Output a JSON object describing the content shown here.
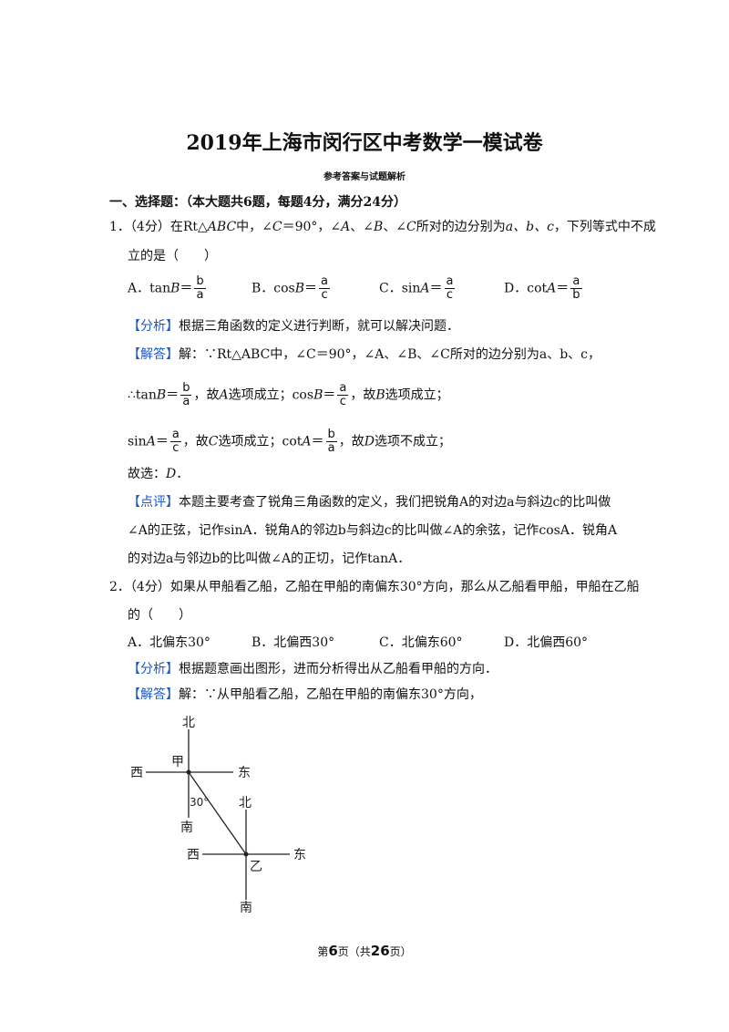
{
  "title": "2019年上海市闵行区中考数学一模试卷",
  "subtitle": "参考答案与试题解析",
  "section": {
    "heading": "一、选择题：（本大题共6题，每题4分，满分24分）"
  },
  "q1": {
    "num": "1．",
    "score": "（4分）",
    "stem_a": "在Rt△",
    "stem_abc": "ABC",
    "stem_b": "中，∠",
    "stem_c": "C",
    "stem_d": "＝90°，∠",
    "stem_A": "A",
    "stem_e": "、∠",
    "stem_B": "B",
    "stem_f": "、∠",
    "stem_C2": "C",
    "stem_g": "所对的边分别为",
    "stem_abc_letters": "a、b、c",
    "stem_h": "，下列等式中不成",
    "stem_line2": "立的是（　　）",
    "options": [
      {
        "label": "A．tan",
        "var": "B",
        "eq": "＝",
        "num": "b",
        "den": "a"
      },
      {
        "label": "B．cos",
        "var": "B",
        "eq": "＝",
        "num": "a",
        "den": "c"
      },
      {
        "label": "C．sin",
        "var": "A",
        "eq": "＝",
        "num": "a",
        "den": "c"
      },
      {
        "label": "D．cot",
        "var": "A",
        "eq": "＝",
        "num": "a",
        "den": "b"
      }
    ],
    "analysis_tag": "【分析】",
    "analysis": "根据三角函数的定义进行判断，就可以解决问题．",
    "answer_tag": "【解答】",
    "answer_line1": "解：∵Rt△ABC中，∠C＝90°，∠A、∠B、∠C所对的边分别为a、b、c，",
    "ans2": {
      "pre": "∴tan",
      "var1": "B",
      "eq1": "＝",
      "n1": "b",
      "d1": "a",
      "mid1": "，故",
      "varA": "A",
      "mid2": "选项成立；cos",
      "var2": "B",
      "eq2": "＝",
      "n2": "a",
      "d2": "c",
      "mid3": "，故",
      "varB": "B",
      "end": "选项成立；"
    },
    "ans3": {
      "pre": "sin",
      "var1": "A",
      "eq1": "＝",
      "n1": "a",
      "d1": "c",
      "mid1": "，故",
      "varC": "C",
      "mid2": "选项成立；cot",
      "var2": "A",
      "eq2": "＝",
      "n2": "b",
      "d2": "a",
      "mid3": "，故",
      "varD": "D",
      "end": "选项不成立；"
    },
    "choice_pre": "故选：",
    "choice": "D",
    "choice_end": "．",
    "comment_tag": "【点评】",
    "comment_l1": "本题主要考查了锐角三角函数的定义，我们把锐角A的对边a与斜边c的比叫做",
    "comment_l2": "∠A的正弦，记作sinA．锐角A的邻边b与斜边c的比叫做∠A的余弦，记作cosA．锐角A",
    "comment_l3": "的对边a与邻边b的比叫做∠A的正切，记作tanA．"
  },
  "q2": {
    "num": "2．",
    "score": "（4分）",
    "stem_l1": "如果从甲船看乙船，乙船在甲船的南偏东30°方向，那么从乙船看甲船，甲船在乙船",
    "stem_l2": "的（　　）",
    "options": [
      "A．北偏东30°",
      "B．北偏西30°",
      "C．北偏东60°",
      "D．北偏西60°"
    ],
    "analysis_tag": "【分析】",
    "analysis": "根据题意画出图形，进而分析得出从乙船看甲船的方向．",
    "answer_tag": "【解答】",
    "answer": "解：∵从甲船看乙船，乙船在甲船的南偏东30°方向，"
  },
  "figure": {
    "north1": "北",
    "west1": "西",
    "east1": "东",
    "south1": "南",
    "ship_jia": "甲",
    "angle": "30°",
    "north2": "北",
    "west2": "西",
    "east2": "东",
    "south2": "南",
    "ship_yi": "乙"
  },
  "footer": {
    "pre": "第",
    "page": "6",
    "mid": "页（共",
    "total": "26",
    "end": "页）"
  }
}
